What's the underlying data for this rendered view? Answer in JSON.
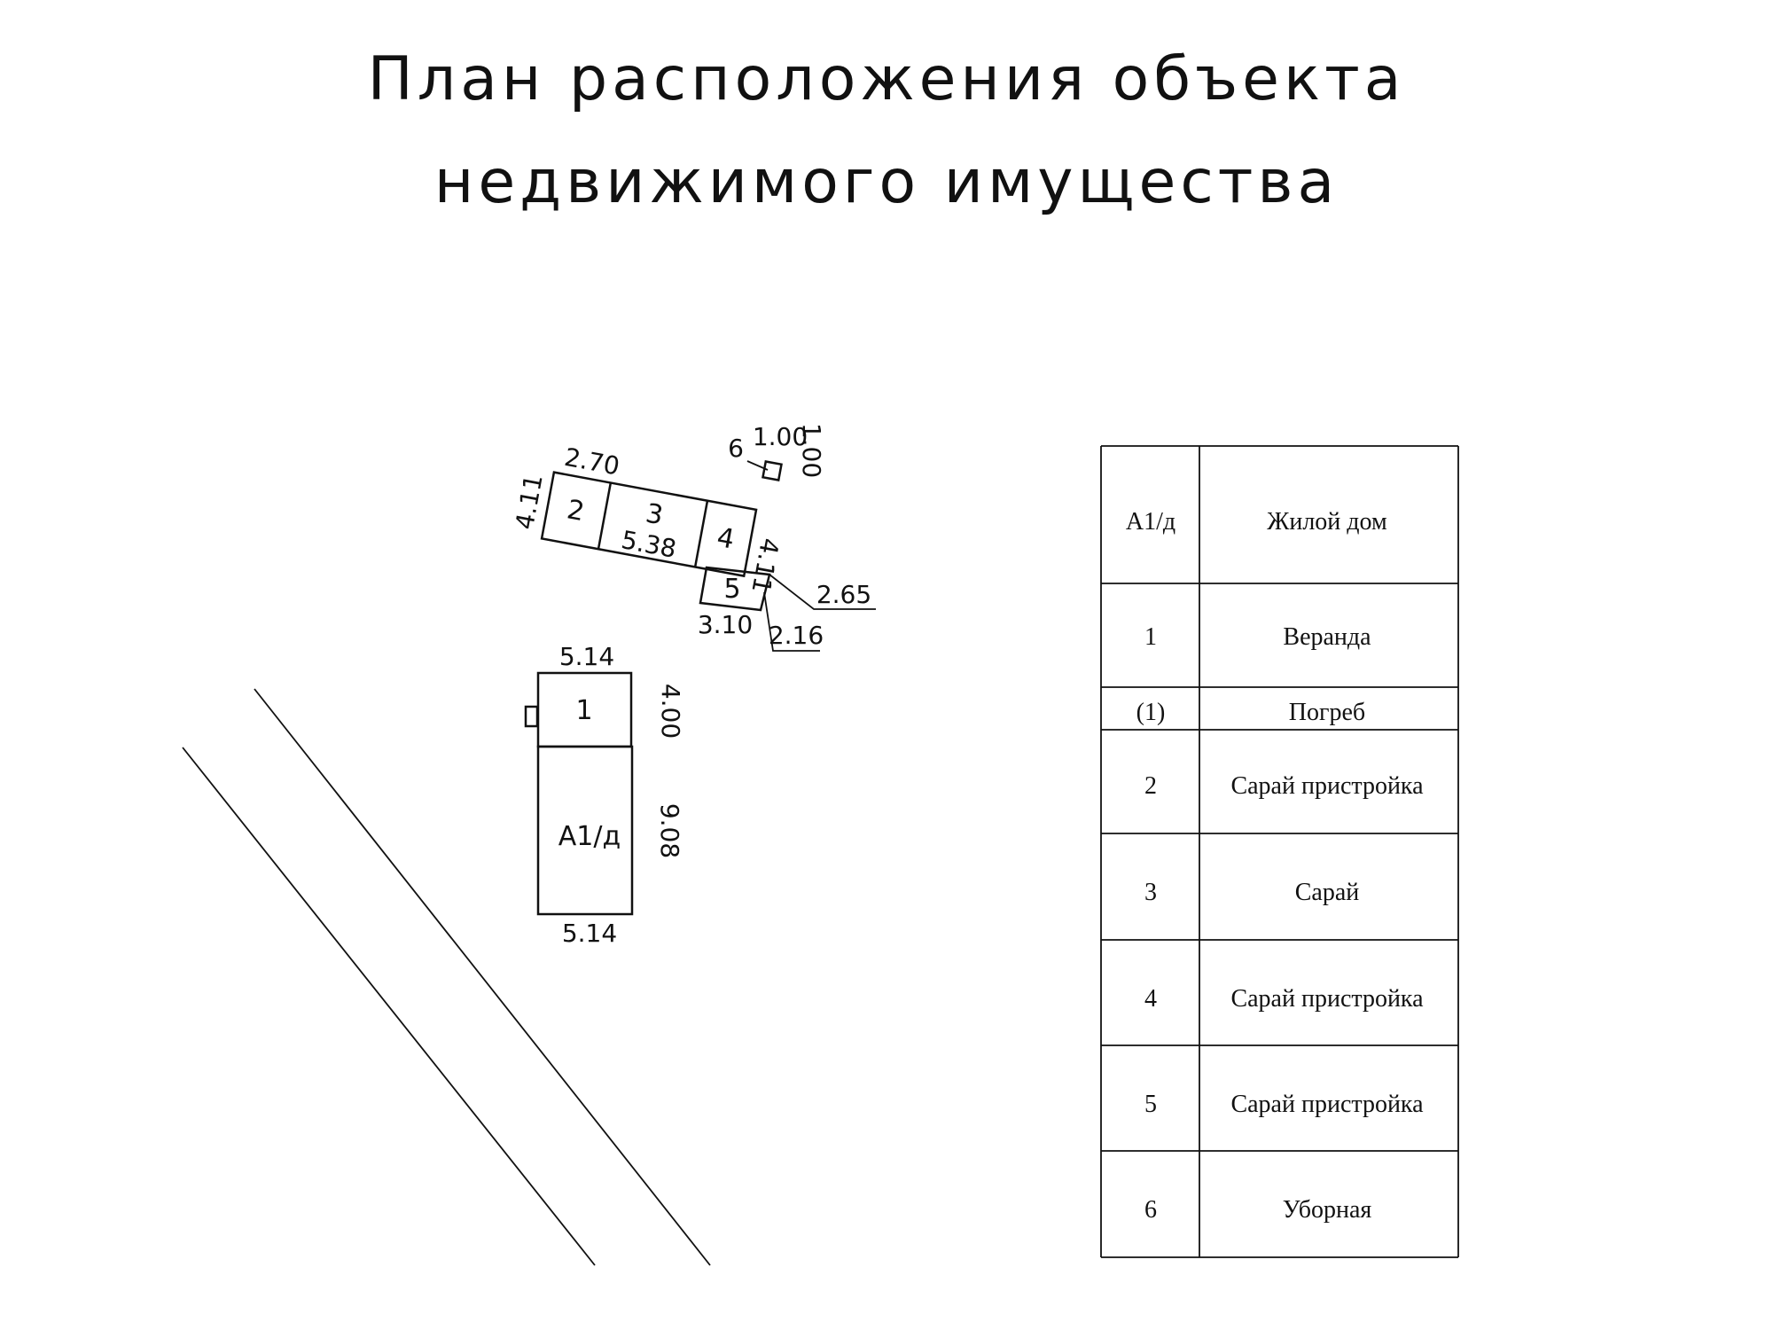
{
  "title": {
    "line1": "План расположения объекта",
    "line2": "недвижимого имущества"
  },
  "plan": {
    "house": {
      "label": "А1/д",
      "dim_top": "5.14",
      "dim_bottom": "5.14",
      "dim_side": "9.08"
    },
    "veranda": {
      "label": "1",
      "dim_side": "4.00"
    },
    "row": {
      "b2": {
        "label": "2",
        "dim_top": "2.70",
        "dim_left": "4.11"
      },
      "b3": {
        "label": "3",
        "dim_inside": "5.38"
      },
      "b4": {
        "label": "4",
        "dim_right": "4.11",
        "dim_top_right": "1.00"
      },
      "b5": {
        "label": "5",
        "dim_bottom": "3.10",
        "dim_leader_a": "2.65",
        "dim_leader_b": "2.16"
      },
      "b6": {
        "label": "6",
        "dim_top": "1.00"
      }
    }
  },
  "legend": {
    "rows": [
      {
        "code": "А1/д",
        "name": "Жилой дом"
      },
      {
        "code": "1",
        "name": "Веранда"
      },
      {
        "code": "(1)",
        "name": "Погреб"
      },
      {
        "code": "2",
        "name": "Сарай пристройка"
      },
      {
        "code": "3",
        "name": "Сарай"
      },
      {
        "code": "4",
        "name": "Сарай пристройка"
      },
      {
        "code": "5",
        "name": "Сарай пристройка"
      },
      {
        "code": "6",
        "name": "Уборная"
      }
    ]
  }
}
